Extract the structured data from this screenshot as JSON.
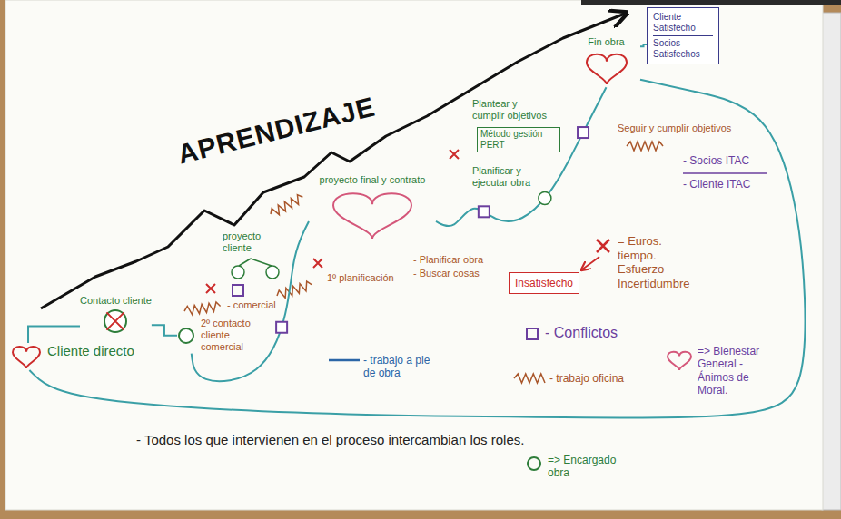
{
  "diagram": {
    "nodes": [
      {
        "text": [
          "Cliente directo"
        ]
      },
      {
        "text": [
          "Contacto cliente"
        ]
      },
      {
        "text": [
          "2º contacto cliente comercial"
        ]
      },
      {
        "text": [
          "proyecto final y contrato"
        ]
      },
      {
        "text": [
          "Fin obra"
        ]
      },
      {
        "text": [
          "Cliente Satisfecho",
          "Socios Satisfechos"
        ]
      },
      {
        "text": [
          "Insatisfecho"
        ]
      }
    ],
    "edges": [
      {
        "from": 0,
        "to": 1,
        "arrow": "none"
      },
      {
        "from": 1,
        "to": 2,
        "arrow": "none"
      },
      {
        "from": 2,
        "to": 3,
        "arrow": "none"
      },
      {
        "from": 3,
        "to": 4,
        "arrow": "none"
      },
      {
        "from": 4,
        "to": 5,
        "arrow": "none"
      },
      {
        "from": 4,
        "to": 0,
        "arrow": "none"
      }
    ],
    "labels": [
      "APRENDIZAJE",
      "proyecto cliente",
      "- comercial",
      "1º planificación",
      "- Planificar obra",
      "- Buscar cosas",
      "Planificar y ejecutar obra",
      "Plantear y cumplir objetivos",
      "Método gestión PERT",
      "Seguir y cumplir objetivos",
      "- Socios ITAC",
      "- Cliente ITAC",
      "- Todos los que intervienen en el proceso intercambian los roles."
    ],
    "legend": [
      {
        "text": "= Euros. tiempo. Esfuerzo Incertidumbre"
      },
      {
        "text": "- Conflictos"
      },
      {
        "text": "- trabajo oficina"
      },
      {
        "text": "- trabajo a pie de obra"
      },
      {
        "text": "=> Bienestar General - Ánimos de Moral."
      },
      {
        "text": "=> Encargado obra"
      }
    ]
  }
}
